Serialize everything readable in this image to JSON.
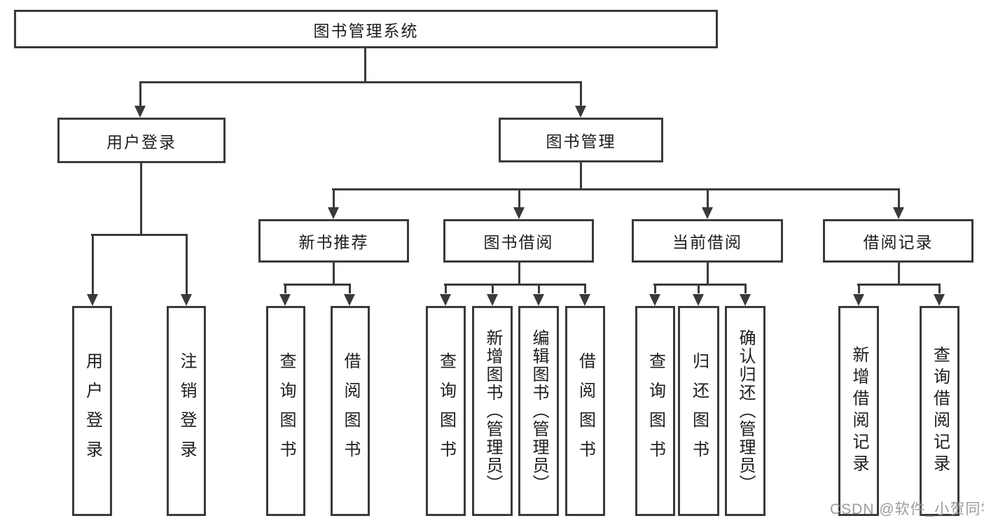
{
  "diagram_title": "图书管理系统",
  "colors": {
    "line": "#3a3a3a",
    "text": "#1d1d1d",
    "background": "#ffffff",
    "watermark": "#9c9c9c"
  },
  "watermark": {
    "text": "CSDN @软件_小贺同学"
  },
  "tree": {
    "label": "图书管理系统",
    "children": [
      {
        "label": "用户登录",
        "children": [
          {
            "label": "用户登录"
          },
          {
            "label": "注销登录"
          }
        ]
      },
      {
        "label": "图书管理",
        "children": [
          {
            "label": "新书推荐",
            "children": [
              {
                "label": "查询图书"
              },
              {
                "label": "借阅图书"
              }
            ]
          },
          {
            "label": "图书借阅",
            "children": [
              {
                "label": "查询图书"
              },
              {
                "label": "新增图书（管理员）"
              },
              {
                "label": "编辑图书（管理员）"
              },
              {
                "label": "借阅图书"
              }
            ]
          },
          {
            "label": "当前借阅",
            "children": [
              {
                "label": "查询图书"
              },
              {
                "label": "归还图书"
              },
              {
                "label": "确认归还（管理员）"
              }
            ]
          },
          {
            "label": "借阅记录",
            "children": [
              {
                "label": "新增借阅记录"
              },
              {
                "label": "查询借阅记录"
              }
            ]
          }
        ]
      }
    ]
  }
}
